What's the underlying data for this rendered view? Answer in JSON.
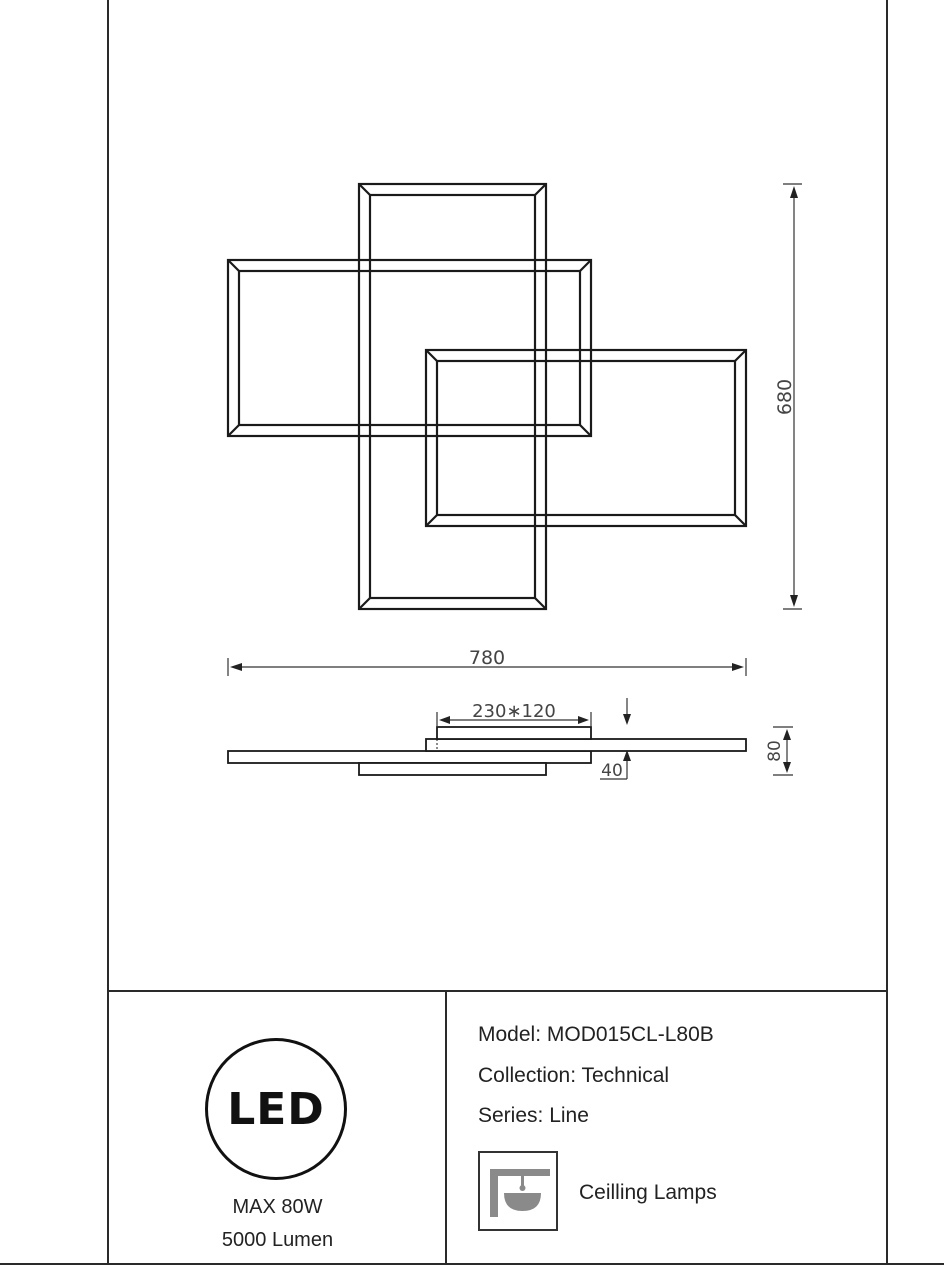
{
  "drawing": {
    "dimensions": {
      "width": "780",
      "height": "680",
      "base_size": "230∗120",
      "profile_height": "80",
      "thickness": "40"
    }
  },
  "specs": {
    "led_badge": "LED",
    "max_power": "MAX 80W",
    "lumen": "5000 Lumen"
  },
  "product": {
    "model": "Model: MOD015CL-L80B",
    "collection": "Collection: Technical",
    "series": "Series: Line",
    "category": "Ceilling Lamps",
    "category_icon": "ceiling-lamp-icon"
  }
}
